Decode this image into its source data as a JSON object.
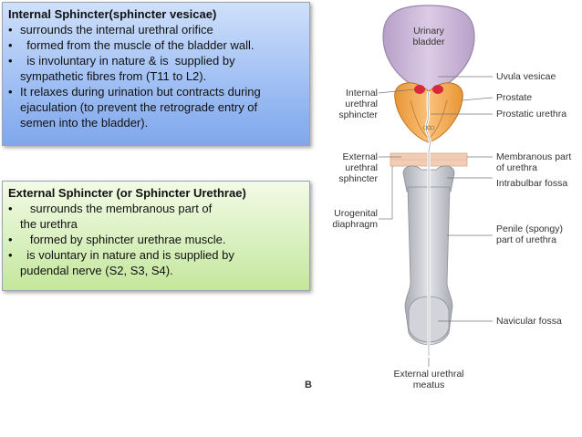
{
  "internal_box": {
    "title": "Internal Sphincter(sphincter vesicae)",
    "lines": [
      {
        "bullet": "•",
        "text": "surrounds the internal urethral orifice"
      },
      {
        "bullet": "•",
        "text": "  formed from the muscle of the bladder wall."
      },
      {
        "bullet": "•",
        "text": "  is involuntary in nature & is  supplied by"
      },
      {
        "bullet": "",
        "text": "sympathetic fibres from (T11 to L2)."
      },
      {
        "bullet": "•",
        "text": "It relaxes during urination but contracts during"
      },
      {
        "bullet": "",
        "text": "ejaculation (to prevent the retrograde entry of"
      },
      {
        "bullet": "",
        "text": "semen into the bladder)."
      }
    ]
  },
  "external_box": {
    "title": "External Sphincter (or Sphincter Urethrae)",
    "lines": [
      {
        "bullet": "•",
        "text": "   surrounds the membranous part of"
      },
      {
        "bullet": "",
        "text": "the urethra"
      },
      {
        "bullet": "•",
        "text": "   formed by sphincter urethrae muscle."
      },
      {
        "bullet": "•",
        "text": "  is voluntary in nature and is supplied by"
      },
      {
        "bullet": "",
        "text": "pudendal nerve (S2, S3, S4)."
      }
    ]
  },
  "diagram": {
    "labels": {
      "urinary_bladder": "Urinary\nbladder",
      "uvula_vesicae": "Uvula vesicae",
      "internal_urethral_sphincter": "Internal\nurethral\nsphincter",
      "prostate": "Prostate",
      "prostatic_urethra": "Prostatic urethra",
      "external_urethral_sphincter": "External\nurethral\nsphincter",
      "membranous_urethra": "Membranous part\nof urethra",
      "intrabulbar_fossa": "Intrabulbar fossa",
      "urogenital_diaphragm": "Urogenital\ndiaphragm",
      "penile_urethra": "Penile (spongy)\npart of urethra",
      "navicular_fossa": "Navicular fossa",
      "external_urethral_meatus": "External urethral\nmeatus"
    },
    "plate_letter": "B",
    "colors": {
      "bladder": "#c9b3d6",
      "bladder_outline": "#9a86aa",
      "prostate": "#f0a547",
      "sphincter_red": "#d9283a",
      "urethra": "#c7c9cf",
      "diaphragm": "#f2cdb5",
      "leader": "#777777"
    }
  }
}
